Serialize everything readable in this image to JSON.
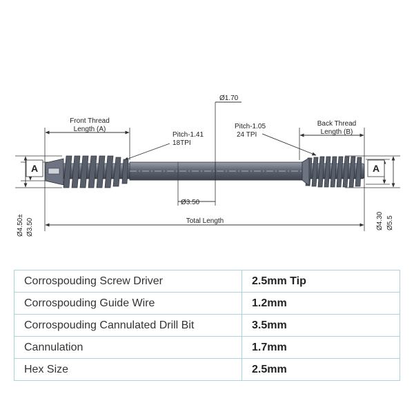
{
  "drawing": {
    "front_thread": [
      "Front Thread",
      "Length (A)"
    ],
    "back_thread": [
      "Back Thread",
      "Length (B)"
    ],
    "pitch_front": [
      "Pitch-1.41",
      "18TPI"
    ],
    "pitch_back": [
      "Pitch-1.05",
      "24 TPI"
    ],
    "cannulation_dia": "Ø1.70",
    "shaft_dia": "Ø3.50",
    "total_length": "Total Length",
    "section_marker": "A",
    "left_outer_dia": "Ø4.50±",
    "left_inner_dia": "Ø3.50",
    "right_inner_dia": "Ø4.30",
    "right_outer_dia": "Ø5.5",
    "colors": {
      "shaft": "#6d7380",
      "line": "#333333",
      "table_border": "#a7d3dc"
    }
  },
  "specs": [
    {
      "label": "Corrospouding Screw Driver",
      "value": "2.5mm Tip"
    },
    {
      "label": "Corrospouding Guide Wire",
      "value": "1.2mm"
    },
    {
      "label": "Corrospouding Cannulated Drill Bit",
      "value": "3.5mm"
    },
    {
      "label": "Cannulation",
      "value": "1.7mm"
    },
    {
      "label": "Hex Size",
      "value": "2.5mm"
    }
  ]
}
